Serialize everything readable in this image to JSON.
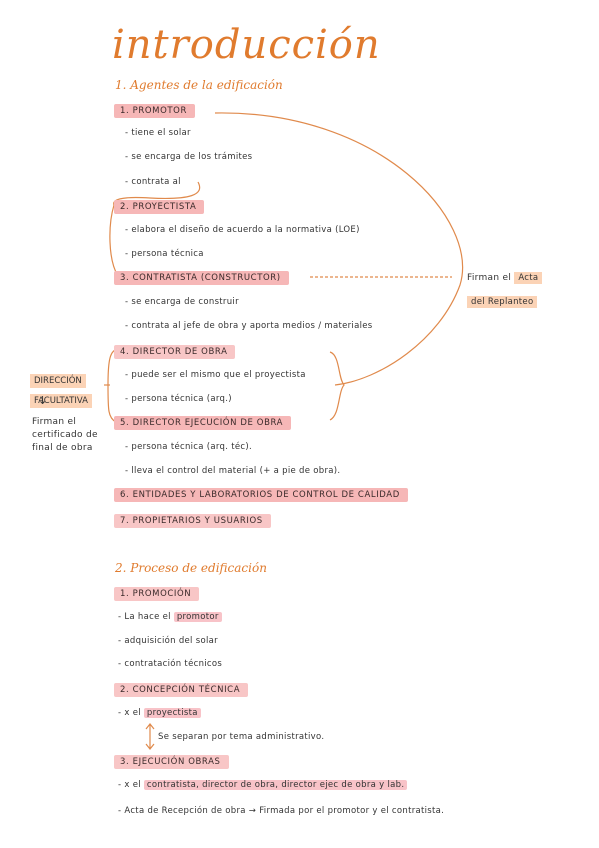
{
  "title": "introducción",
  "section1": {
    "heading": "1. Agentes de la edificación",
    "agents": [
      {
        "label": "1. PROMOTOR",
        "items": [
          "- tiene el solar",
          "- se encarga de los trámites",
          "- contrata al"
        ]
      },
      {
        "label": "2. PROYECTISTA",
        "items": [
          "- elabora el diseño de acuerdo a la normativa (LOE)",
          "- persona técnica"
        ]
      },
      {
        "label": "3. CONTRATISTA (CONSTRUCTOR)",
        "items": [
          "- se encarga de construir",
          "- contrata al jefe de obra y aporta medios / materiales"
        ]
      },
      {
        "label": "4. DIRECTOR DE OBRA",
        "items": [
          "- puede ser el mismo que el proyectista",
          "- persona técnica (arq.)"
        ]
      },
      {
        "label": "5. DIRECTOR EJECUCIÓN DE OBRA",
        "items": [
          "- persona técnica (arq. téc).",
          "- lleva el control del material (+ a pie de obra)."
        ]
      },
      {
        "label": "6. ENTIDADES Y LABORATORIOS DE CONTROL DE CALIDAD",
        "items": []
      },
      {
        "label": "7. PROPIETARIOS Y USUARIOS",
        "items": []
      }
    ],
    "firman": {
      "prefix": "Firman el",
      "acta": "Acta",
      "replanteo": "del Replanteo"
    },
    "direccion": {
      "line1": "DIRECCIÓN",
      "line2": "FACULTATIVA"
    },
    "arrow_down": "↓",
    "certificado": [
      "Firman el",
      "certificado de",
      "final de obra"
    ]
  },
  "section2": {
    "heading": "2. Proceso de edificación",
    "promocion": {
      "label": "1. PROMOCIÓN",
      "item1_pre": "- La hace el",
      "item1_hl": "promotor",
      "item2": "- adquisición del solar",
      "item3": "- contratación técnicos"
    },
    "concepcion": {
      "label": "2. CONCEPCIÓN TÉCNICA",
      "item1_pre": "- x el",
      "item1_hl": "proyectista",
      "note": "Se separan por tema administrativo."
    },
    "ejecucion": {
      "label": "3. EJECUCIÓN OBRAS",
      "item1_pre": "- x el",
      "item1_hl": "contratista, director de obra, director ejec de obra y lab.",
      "item2": "- Acta de Recepción de obra → Firmada por el promotor y el contratista."
    }
  },
  "colors": {
    "accent": "#e07b2e",
    "pink": "#f6b7b7",
    "peach": "#fbd3b6"
  }
}
